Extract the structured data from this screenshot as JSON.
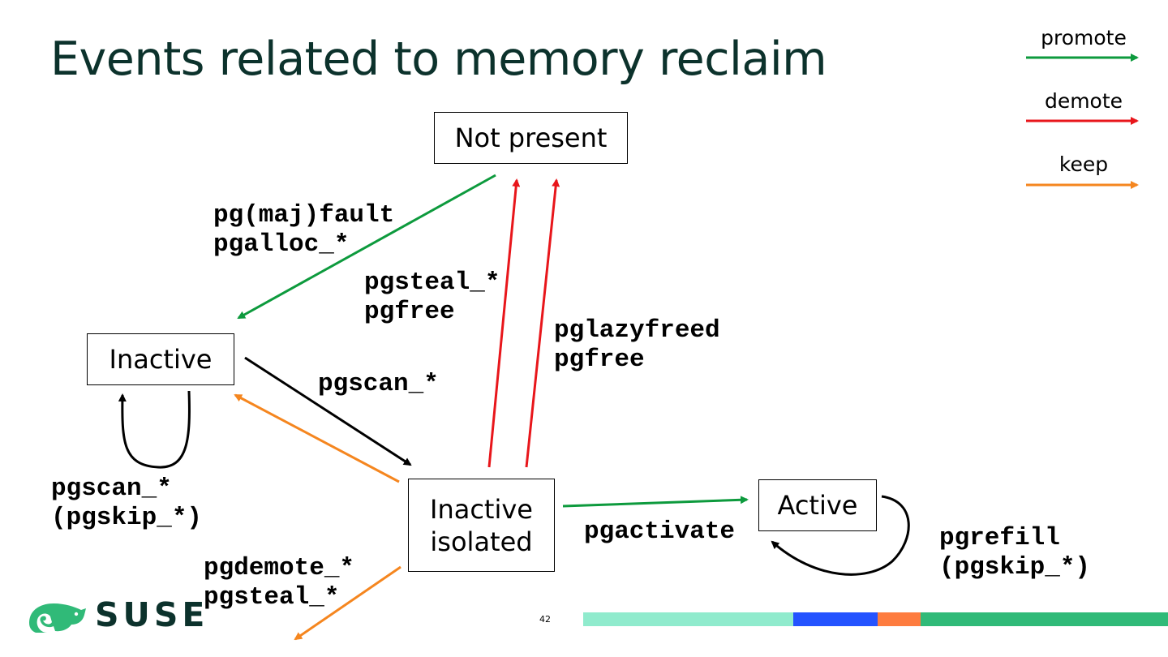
{
  "slide": {
    "title": "Events related to memory reclaim",
    "page_number": "42",
    "logo_text": "SUSE"
  },
  "legend": {
    "promote": {
      "label": "promote",
      "color": "#0d9a3d"
    },
    "demote": {
      "label": "demote",
      "color": "#e8161b"
    },
    "keep": {
      "label": "keep",
      "color": "#f5861f"
    }
  },
  "states": {
    "not_present": {
      "label": "Not present"
    },
    "inactive": {
      "label": "Inactive"
    },
    "inactive_isolated": {
      "line1": "Inactive",
      "line2": "isolated"
    },
    "active": {
      "label": "Active"
    }
  },
  "events": {
    "fault": {
      "line1": "pg(maj)fault",
      "line2": "pgalloc_*"
    },
    "steal": {
      "line1": "pgsteal_*",
      "line2": "pgfree"
    },
    "lazyfree": {
      "line1": "pglazyfreed",
      "line2": "pgfree"
    },
    "scan": {
      "line1": "pgscan_*"
    },
    "scan_loop": {
      "line1": "pgscan_*",
      "line2": "(pgskip_*)"
    },
    "activate": {
      "line1": "pgactivate"
    },
    "refill": {
      "line1": "pgrefill",
      "line2": "(pgskip_*)"
    },
    "demote_steal": {
      "line1": "pgdemote_*",
      "line2": "pgsteal_*"
    }
  },
  "footer_bar_colors": [
    "#90ebcd",
    "#2453ff",
    "#fe7c3f",
    "#30ba78"
  ]
}
